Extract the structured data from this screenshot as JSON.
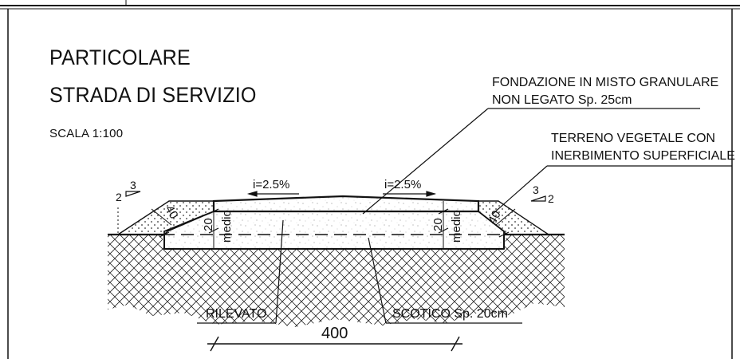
{
  "title": {
    "line1": "PARTICOLARE",
    "line2": "STRADA DI SERVIZIO",
    "scale": "SCALA 1:100"
  },
  "callouts": {
    "foundation": [
      "FONDAZIONE IN MISTO GRANULARE",
      "NON LEGATO Sp. 25cm"
    ],
    "topsoil": [
      "TERRENO VEGETALE CON",
      "INERBIMENTO SUPERFICIALE"
    ],
    "embankment": "RILEVATO",
    "stripping": "SCOTICO Sp. 20cm"
  },
  "slopes": {
    "left_label": "i=2.5%",
    "right_label": "i=2.5%",
    "side_ratio_h": "2",
    "side_ratio_v": "3"
  },
  "dimensions": {
    "width": "400",
    "layer_left": "20",
    "layer_right": "20",
    "medio_left": "medio",
    "medio_right": "medio",
    "topsoil_left": "40",
    "topsoil_right": "40"
  },
  "colors": {
    "line": "#111111",
    "hatch": "#222222",
    "fill_dots": "#444444"
  }
}
